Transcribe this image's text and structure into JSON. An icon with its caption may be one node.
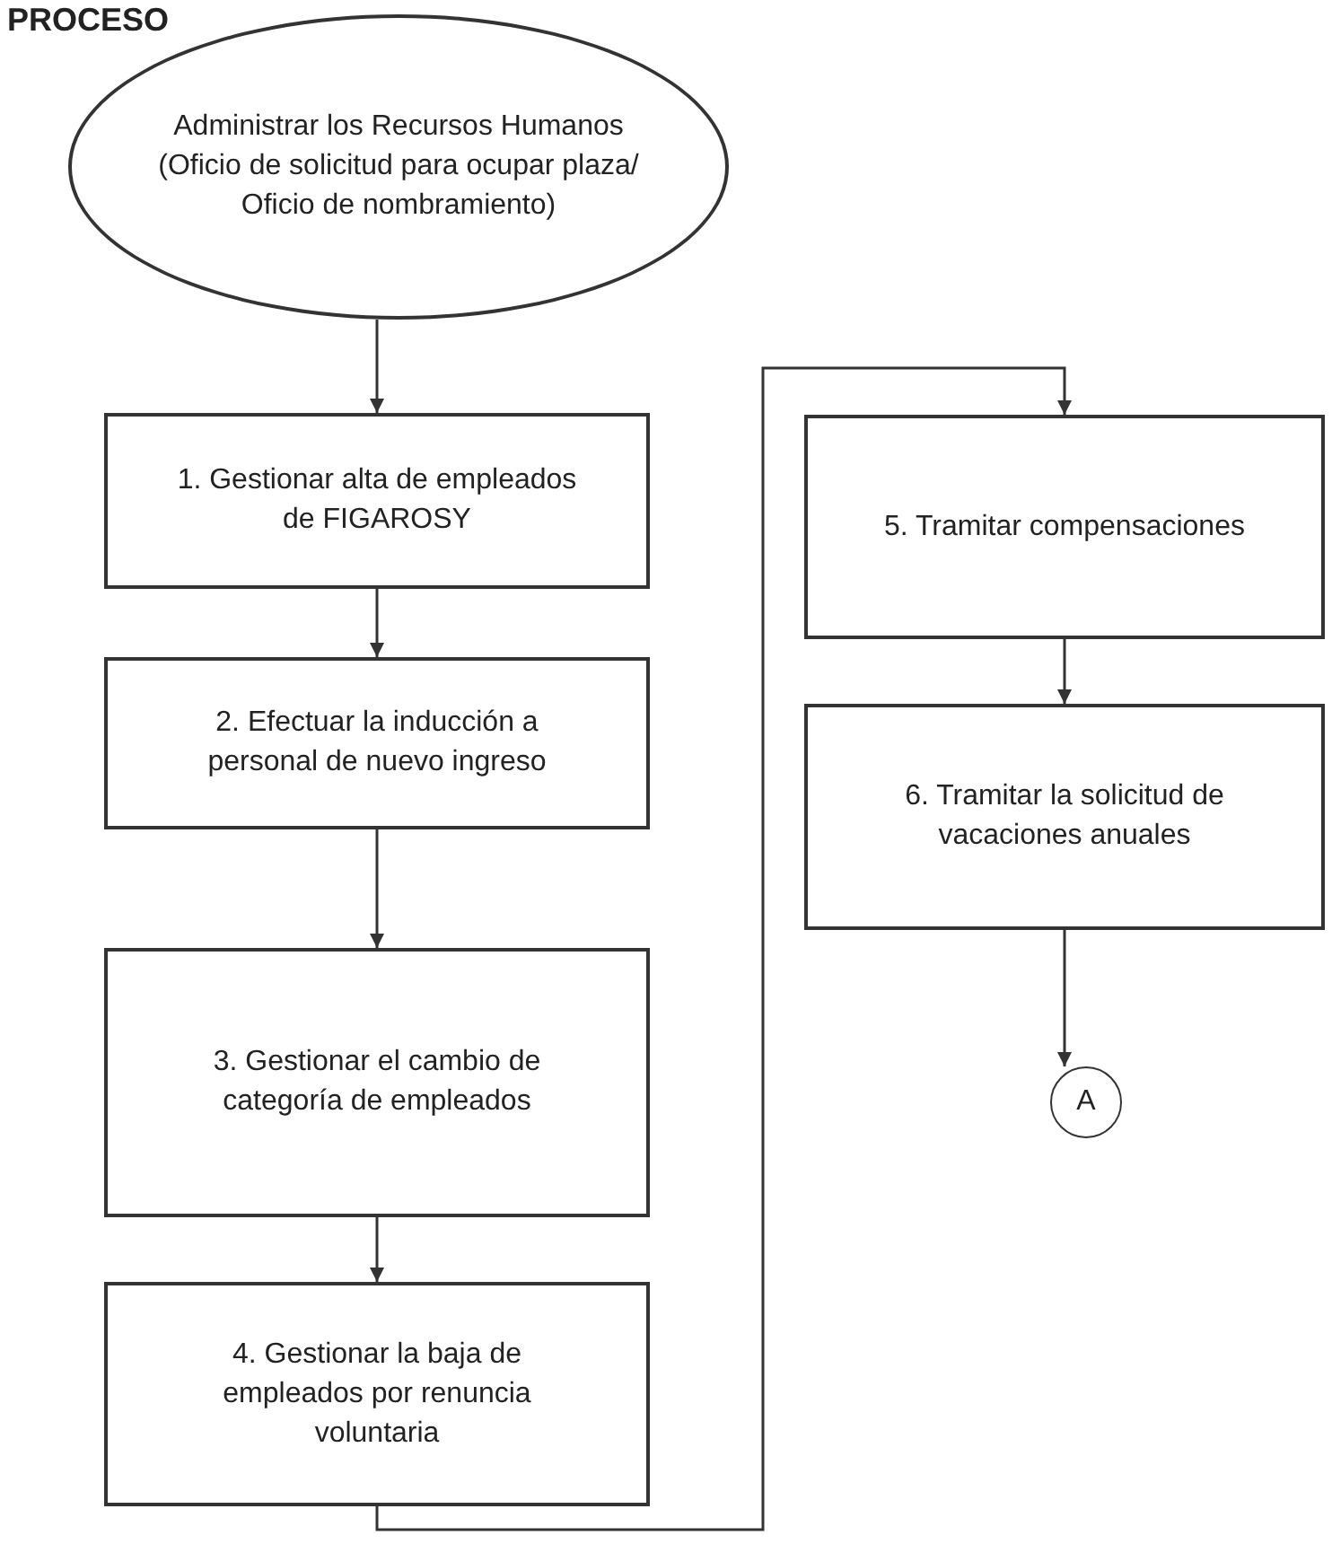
{
  "diagram": {
    "title": "PROCESO",
    "nodes": [
      {
        "text": [
          "Administrar los Recursos Humanos (Oficio de solicitud para ocupar plaza/ Oficio de nombramiento)"
        ]
      },
      {
        "text": [
          "1. Gestionar alta de empleados de FIGAROSY"
        ]
      },
      {
        "text": [
          "2. Efectuar la inducción a personal de nuevo ingreso"
        ]
      },
      {
        "text": [
          "3. Gestionar el cambio de categoría de empleados"
        ]
      },
      {
        "text": [
          "4. Gestionar la baja de empleados por renuncia voluntaria"
        ]
      },
      {
        "text": [
          "5. Tramitar compensaciones"
        ]
      },
      {
        "text": [
          "6. Tramitar la solicitud de vacaciones anuales"
        ]
      },
      {
        "text": [
          "A"
        ]
      }
    ],
    "edges": [
      {
        "from": 0,
        "to": 1,
        "arrow": "to"
      },
      {
        "from": 1,
        "to": 2,
        "arrow": "to"
      },
      {
        "from": 2,
        "to": 3,
        "arrow": "to"
      },
      {
        "from": 3,
        "to": 4,
        "arrow": "to"
      },
      {
        "from": 4,
        "to": 5,
        "arrow": "to"
      },
      {
        "from": 5,
        "to": 6,
        "arrow": "to"
      },
      {
        "from": 6,
        "to": 7,
        "arrow": "to"
      }
    ]
  }
}
